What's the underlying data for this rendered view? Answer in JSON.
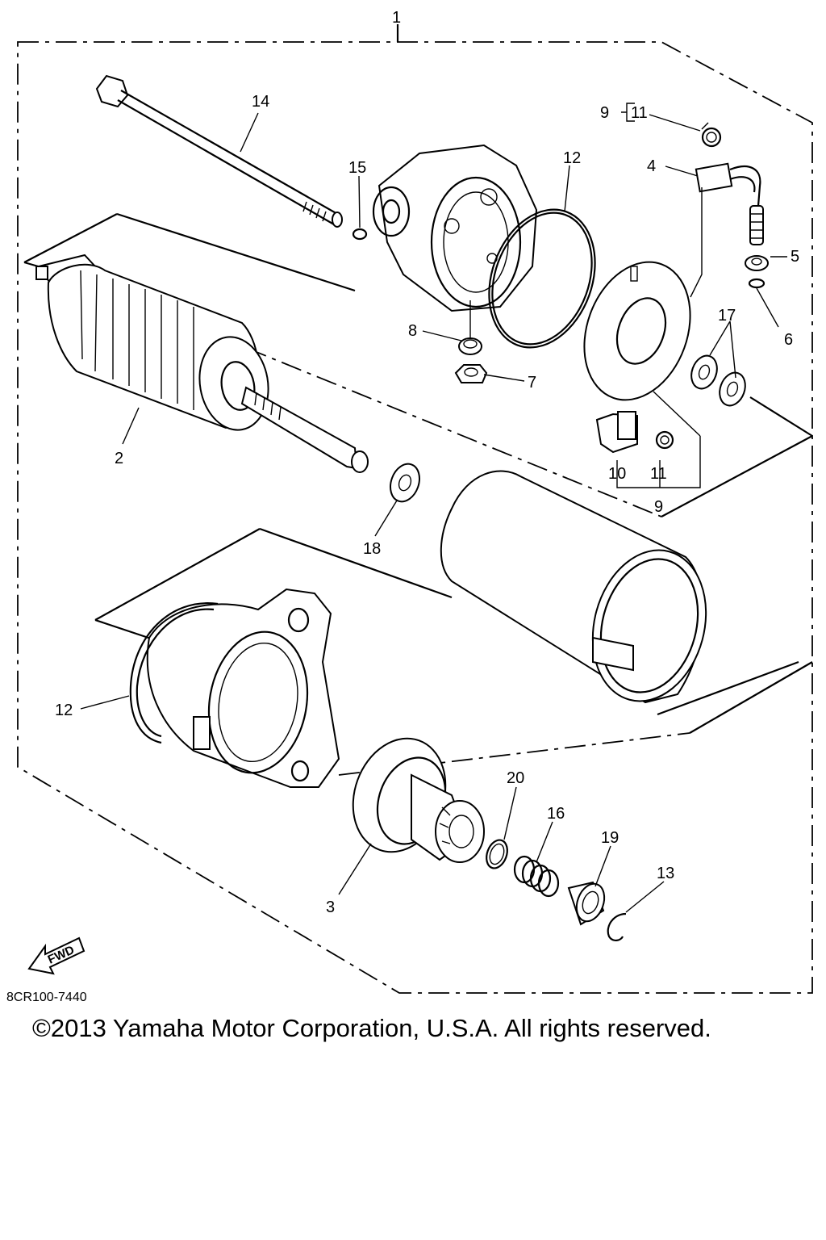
{
  "labels": {
    "assembly": "1",
    "armature": "2",
    "clutch": "3",
    "brush_lead": "4",
    "grommet": "5",
    "o_ring_6": "6",
    "nut": "7",
    "washer_8": "8",
    "brush_set_top": "9",
    "brush_set_top_bracket_item": "11",
    "brush_set_bottom": "9",
    "brush_holder": "10",
    "spring_11": "11",
    "o_ring_12_top": "12",
    "o_ring_12_bottom": "12",
    "circlip": "13",
    "bolt": "14",
    "o_ring_15": "15",
    "spring_16": "16",
    "washer_set": "17",
    "washer_18": "18",
    "collar": "19",
    "ring_20": "20"
  },
  "part_code": "8CR100-7440",
  "fwd_label": "FWD",
  "copyright": "©2013 Yamaha Motor Corporation, U.S.A. All rights reserved."
}
